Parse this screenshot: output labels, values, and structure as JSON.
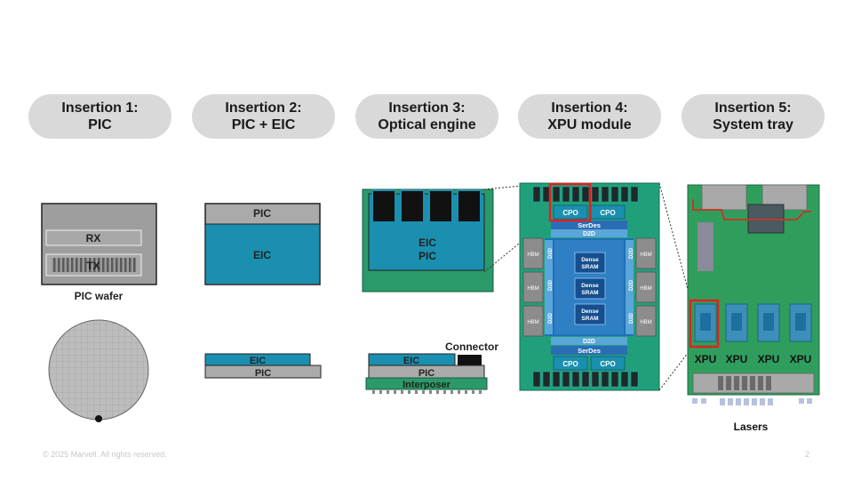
{
  "insertions": [
    {
      "line1": "Insertion 1:",
      "line2": "PIC"
    },
    {
      "line1": "Insertion 2:",
      "line2": "PIC + EIC"
    },
    {
      "line1": "Insertion 3:",
      "line2": "Optical engine"
    },
    {
      "line1": "Insertion 4:",
      "line2": "XPU module"
    },
    {
      "line1": "Insertion 5:",
      "line2": "System tray"
    }
  ],
  "col1": {
    "rx": "RX",
    "tx": "TX",
    "wafer_label": "PIC wafer"
  },
  "col2": {
    "top_pic": "PIC",
    "top_eic": "EIC",
    "side_eic": "EIC",
    "side_pic": "PIC"
  },
  "col3": {
    "eic": "EIC",
    "pic": "PIC",
    "connector": "Connector",
    "side_eic": "EIC",
    "side_pic": "PIC",
    "interposer": "Interposer"
  },
  "col4": {
    "cpo": "CPO",
    "serdes": "SerDes",
    "d2d": "D2D",
    "hbm": "HBM",
    "sram_line1": "Dense",
    "sram_line2": "SRAM"
  },
  "col5": {
    "xpu": "XPU",
    "lasers": "Lasers"
  },
  "footer": {
    "copyright": "© 2025 Marvell. All rights reserved.",
    "page": "2"
  },
  "colors": {
    "teal": "#1b8fb0",
    "green": "#2a9a6a",
    "blue": "#2b6db5",
    "highlight": "#e02020",
    "pill": "#d9d9d9"
  }
}
